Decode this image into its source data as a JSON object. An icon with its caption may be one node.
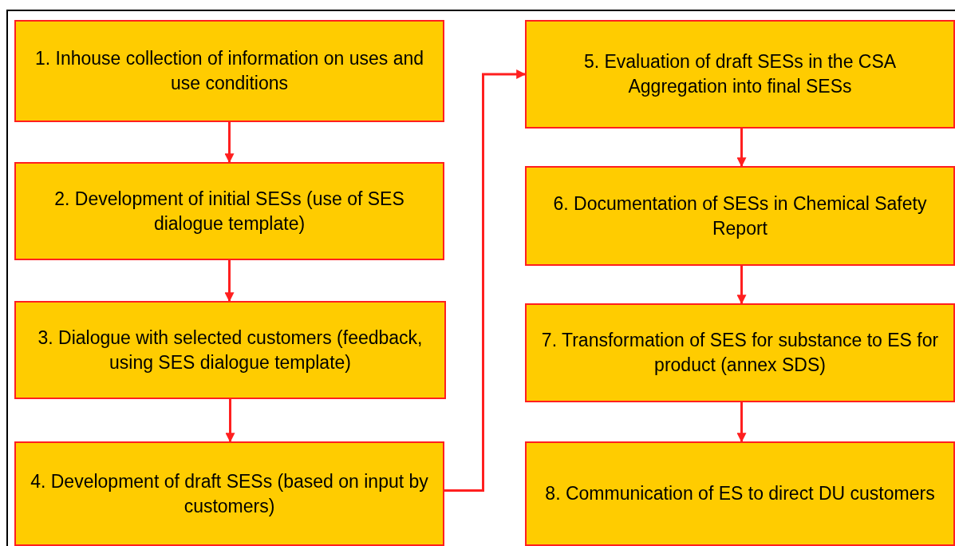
{
  "diagram": {
    "nodes": [
      {
        "text": [
          "1. Inhouse collection of information on uses and use conditions"
        ]
      },
      {
        "text": [
          "2. Development of initial SESs (use of SES dialogue template)"
        ]
      },
      {
        "text": [
          "3. Dialogue with selected customers (feedback, using SES dialogue template)"
        ]
      },
      {
        "text": [
          "4. Development of draft SESs (based on input by customers)"
        ]
      },
      {
        "text": [
          "5. Evaluation of draft SESs in the CSA Aggregation into final SESs"
        ]
      },
      {
        "text": [
          "6. Documentation of SESs in Chemical Safety Report"
        ]
      },
      {
        "text": [
          "7. Transformation of SES for substance to ES for product (annex SDS)"
        ]
      },
      {
        "text": [
          "8. Communication of ES to direct DU customers"
        ]
      }
    ],
    "edges": [
      {
        "from": 0,
        "to": 1,
        "arrow": "to"
      },
      {
        "from": 1,
        "to": 2,
        "arrow": "to"
      },
      {
        "from": 2,
        "to": 3,
        "arrow": "to"
      },
      {
        "from": 3,
        "to": 4,
        "arrow": "to"
      },
      {
        "from": 4,
        "to": 5,
        "arrow": "to"
      },
      {
        "from": 5,
        "to": 6,
        "arrow": "to"
      },
      {
        "from": 6,
        "to": 7,
        "arrow": "to"
      }
    ]
  }
}
